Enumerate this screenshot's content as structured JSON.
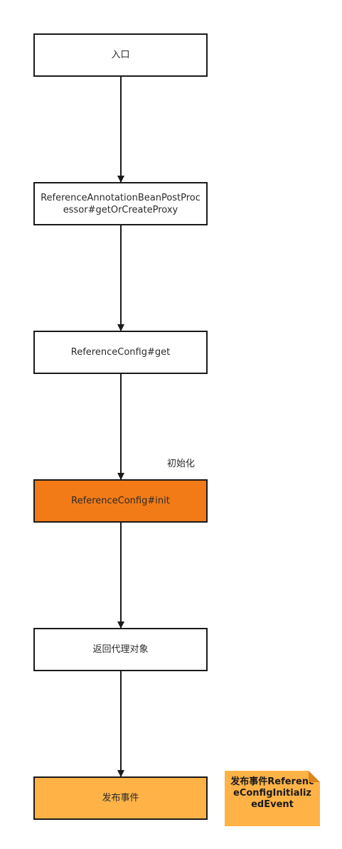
{
  "diagram": {
    "nodes": [
      {
        "id": "entry",
        "text": "入口"
      },
      {
        "id": "proxy",
        "text": "ReferenceAnnotationBeanPostProcessor#getOrCreateProxy"
      },
      {
        "id": "get",
        "text": "ReferenceConfig#get"
      },
      {
        "id": "init",
        "text": "ReferenceConfig#init",
        "fill": "#f27b17"
      },
      {
        "id": "return",
        "text": "返回代理对象"
      },
      {
        "id": "publish",
        "text": "发布事件",
        "fill": "#ffb347"
      }
    ],
    "edge_label": "初始化",
    "note": {
      "text": "发布事件ReferenceConfigInitializedEvent",
      "fill": "#ffb347"
    }
  }
}
